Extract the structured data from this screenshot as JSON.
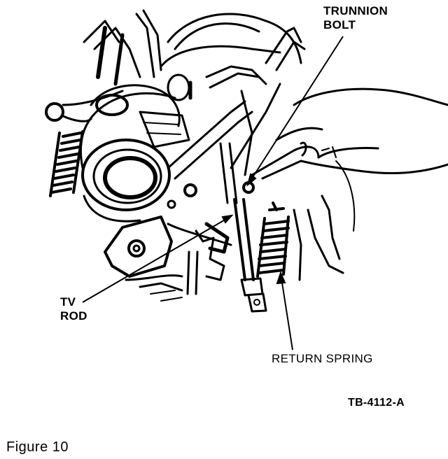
{
  "callouts": {
    "trunnion_line1": "TRUNNION",
    "trunnion_line2": "BOLT",
    "tv_line1": "TV",
    "tv_line2": "ROD",
    "return_spring": "RETURN SPRING"
  },
  "reference_code": "TB-4112-A",
  "caption": "Figure  10",
  "colors": {
    "ink": "#000000",
    "paper": "#ffffff"
  }
}
